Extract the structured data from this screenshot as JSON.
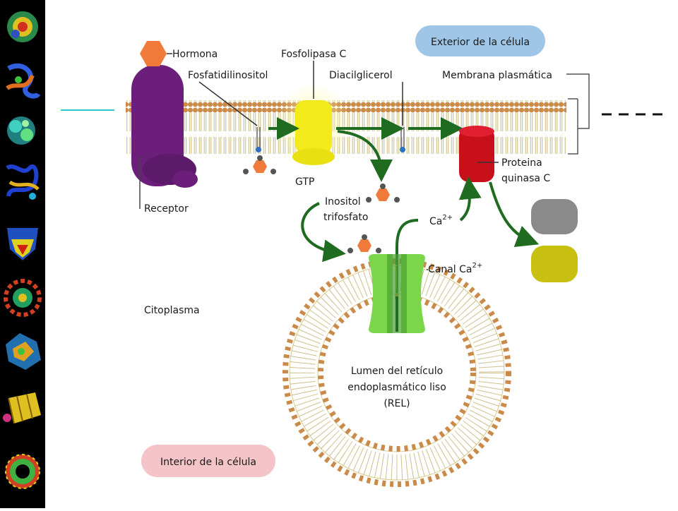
{
  "labels": {
    "hormona": "Hormona",
    "fosfolipasa_c": "Fosfolipasa C",
    "fosfatidilinositol": "Fosfatidilinositol",
    "diacilglicerol": "Diacilglicerol",
    "membrana": "Membrana plasmática",
    "exterior": "Exterior de la célula",
    "gtp": "GTP",
    "receptor": "Receptor",
    "inositol_1": "Inositol",
    "inositol_2": "trifosfato",
    "proteina_1": "Proteina",
    "proteina_2": "quinasa C",
    "ca_base": "Ca",
    "ca_sup": "2+",
    "canal_base": "Canal Ca",
    "canal_sup": "2+",
    "citoplasma": "Citoplasma",
    "lumen_1": "Lumen del retículo",
    "lumen_2": "endoplasmático liso",
    "lumen_3": "(REL)",
    "interior": "Interior de la célula"
  },
  "colors": {
    "receptor": "#6b1f7a",
    "fosfolipasa": "#f2ea1a",
    "proteina": "#c8101a",
    "canal": "#7bd64a",
    "arrow": "#1f6b1f",
    "membrane_head": "#c98a4a",
    "hex": "#f07a3a",
    "pill_blue": "#9fc6e6",
    "pill_pink": "#f5c4c8",
    "cyan_line": "#2ec4d0"
  },
  "sidebar": {
    "thumbnails": [
      "protein-structure-icon",
      "protein-ribbon-icon",
      "protein-cluster-icon",
      "protein-helix-icon",
      "protein-surface-icon",
      "protein-complex-icon",
      "protein-assembly-icon",
      "protein-barrel-icon",
      "protein-ring-icon"
    ]
  }
}
